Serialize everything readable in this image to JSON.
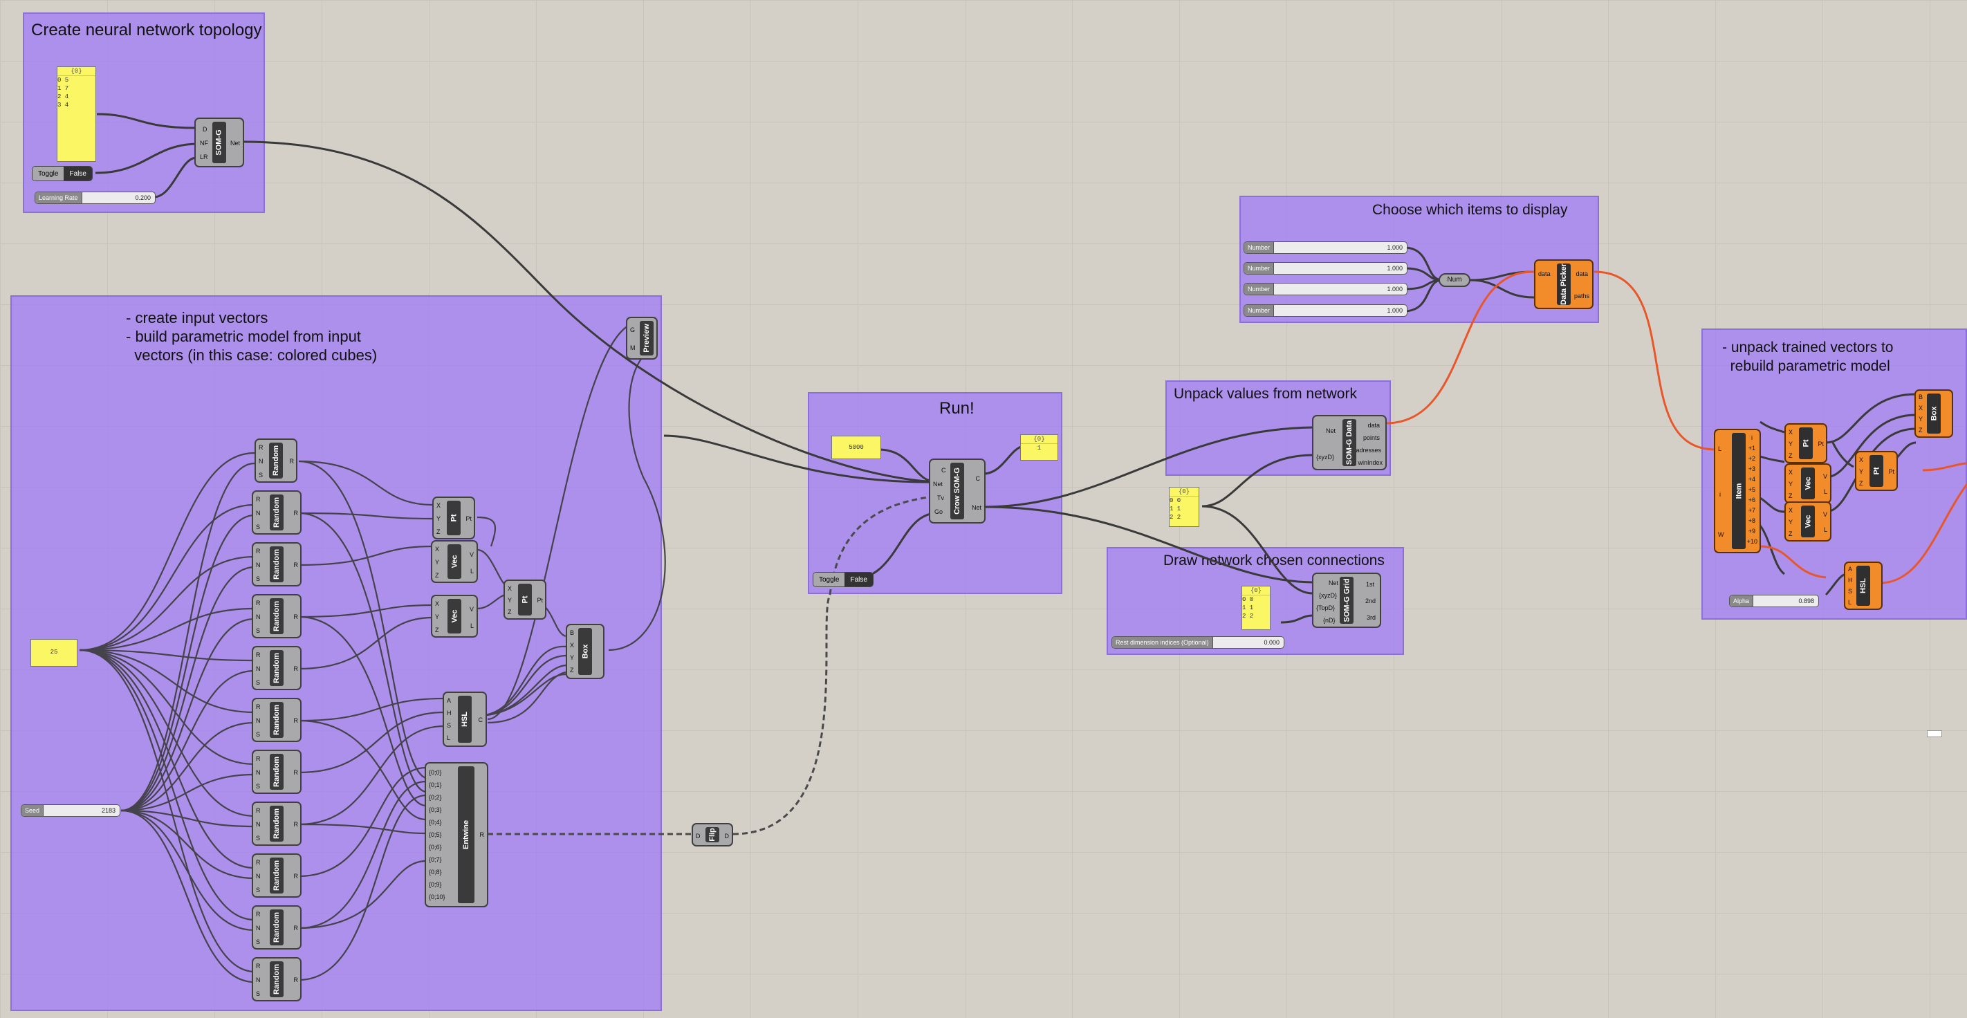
{
  "groups": {
    "topology": {
      "title": "Create neural network topology"
    },
    "inputs": {
      "lines": "- create input vectors\n- build parametric model from input\n  vectors (in this case: colored cubes)"
    },
    "run": {
      "title": "Run!"
    },
    "choose": {
      "title": "Choose which items to display"
    },
    "unpack_values": {
      "title": "Unpack values from network"
    },
    "draw": {
      "title": "Draw network chosen connections"
    },
    "unpack_trained": {
      "lines": "- unpack trained vectors to\n  rebuild parametric model"
    }
  },
  "components": {
    "somg": {
      "name": "SOM-G",
      "inputs": [
        "D",
        "NF",
        "LR"
      ],
      "output": "Net"
    },
    "random": {
      "name": "Random",
      "inputs": [
        "R",
        "N",
        "S"
      ],
      "output": "R"
    },
    "pt": {
      "name": "Pt",
      "inputs": [
        "X",
        "Y",
        "Z"
      ],
      "output": "Pt"
    },
    "vec": {
      "name": "Vec",
      "inputs": [
        "X",
        "Y",
        "Z"
      ],
      "outputs": [
        "V",
        "L"
      ]
    },
    "box": {
      "name": "Box",
      "inputs": [
        "B",
        "X",
        "Y",
        "Z"
      ]
    },
    "hsl": {
      "name": "HSL",
      "inputs": [
        "A",
        "H",
        "S",
        "L"
      ],
      "output": "C"
    },
    "entwine": {
      "name": "Entwine",
      "inputs": [
        "{0;0}",
        "{0;1}",
        "{0;2}",
        "{0;3}",
        "{0;4}",
        "{0;5}",
        "{0;6}",
        "{0;7}",
        "{0;8}",
        "{0;9}",
        "{0;10}"
      ],
      "output": "R"
    },
    "preview": {
      "name": "Preview",
      "inputs": [
        "G",
        "M"
      ]
    },
    "flip": {
      "name": "Flip",
      "input": "D",
      "output": "D"
    },
    "crow": {
      "name": "Crow SOM-G",
      "inputs": [
        "C",
        "Net",
        "Tv",
        "Go"
      ],
      "outputs": [
        "C",
        "Net"
      ]
    },
    "somg_data": {
      "name": "SOM-G Data",
      "input_labels": [
        "Net",
        "{xyzD}"
      ],
      "outputs": [
        "data",
        "points",
        "adresses",
        "winIndex"
      ]
    },
    "somg_grid": {
      "name": "SOM-G Grid",
      "input_labels": [
        "Net",
        "{xyzD}",
        "{TopD}",
        "{nD}"
      ],
      "outputs": [
        "1st",
        "2nd",
        "3rd"
      ]
    },
    "num": {
      "name": "Num"
    },
    "data_picker": {
      "name": "Data Picker",
      "inputs": [
        "data"
      ],
      "outputs": [
        "data",
        "paths"
      ]
    },
    "item": {
      "name": "Item",
      "inputs": [
        "L",
        "i",
        "W"
      ],
      "outputs": [
        "i",
        "+1",
        "+2",
        "+3",
        "+4",
        "+5",
        "+6",
        "+7",
        "+8",
        "+9",
        "+10"
      ]
    }
  },
  "panels": {
    "topology": {
      "header": "{0}",
      "rows": [
        "0  5",
        "1  7",
        "2  4",
        "3  4"
      ]
    },
    "count": {
      "value": "25"
    },
    "run": {
      "value": "5000"
    },
    "run_out": {
      "header": "{0}",
      "value": "1"
    },
    "unpack": {
      "header": "{0}",
      "rows": [
        "0  0",
        "1  1",
        "2  2"
      ]
    },
    "draw": {
      "header": "{0}",
      "rows": [
        "0  0",
        "1  1",
        "2  2"
      ]
    }
  },
  "sliders": {
    "learning_rate": {
      "label": "Learning Rate",
      "value": "0.200"
    },
    "seed": {
      "label": "Seed",
      "value": "2183"
    },
    "number1": {
      "label": "Number",
      "value": "1.000"
    },
    "number2": {
      "label": "Number",
      "value": "1.000"
    },
    "number3": {
      "label": "Number",
      "value": "1.000"
    },
    "number4": {
      "label": "Number",
      "value": "1.000"
    },
    "rest_dim": {
      "label": "Rest dimension indices (Optional)",
      "value": "0.000"
    },
    "alpha": {
      "label": "Alpha",
      "value": "0.898"
    }
  },
  "toggles": {
    "topology": {
      "label": "Toggle",
      "value": "False"
    },
    "run": {
      "label": "Toggle",
      "value": "False"
    }
  },
  "colors": {
    "canvas": "#d4d0c8",
    "group": "#a07df5",
    "component": "#a9a9ab",
    "param_panel": "#fbf663",
    "selected": "#f28c2b",
    "wire": "#3a3a3a",
    "selected_wire": "#e8572a"
  }
}
